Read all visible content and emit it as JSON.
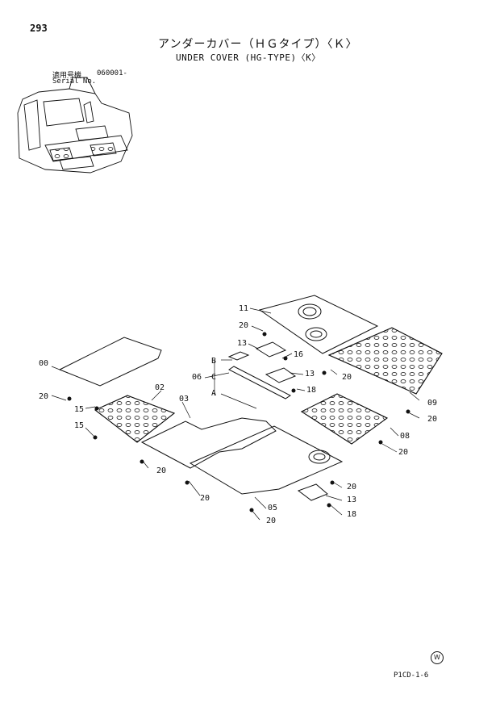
{
  "header": {
    "page_number": "293",
    "title_jp": "アンダーカバー（ＨＧタイプ）〈Ｋ〉",
    "title_en": "UNDER COVER (HG-TYPE)〈K〉",
    "serial_label_jp": "適用号機",
    "serial_value": "060001-",
    "serial_label_en": "Serial No."
  },
  "callouts": [
    {
      "id": "c-11",
      "text": "11"
    },
    {
      "id": "c-20a",
      "text": "20"
    },
    {
      "id": "c-13a",
      "text": "13"
    },
    {
      "id": "c-16",
      "text": "16"
    },
    {
      "id": "c-13b",
      "text": "13"
    },
    {
      "id": "c-20b",
      "text": "20"
    },
    {
      "id": "c-18a",
      "text": "18"
    },
    {
      "id": "c-09",
      "text": "09"
    },
    {
      "id": "c-20c",
      "text": "20"
    },
    {
      "id": "c-08",
      "text": "08"
    },
    {
      "id": "c-20d",
      "text": "20"
    },
    {
      "id": "c-00",
      "text": "00"
    },
    {
      "id": "c-20e",
      "text": "20"
    },
    {
      "id": "c-15a",
      "text": "15"
    },
    {
      "id": "c-02",
      "text": "02"
    },
    {
      "id": "c-03",
      "text": "03"
    },
    {
      "id": "c-15b",
      "text": "15"
    },
    {
      "id": "c-B",
      "text": "B"
    },
    {
      "id": "c-06",
      "text": "06"
    },
    {
      "id": "c-C",
      "text": "C"
    },
    {
      "id": "c-A",
      "text": "A"
    },
    {
      "id": "c-20f",
      "text": "20"
    },
    {
      "id": "c-20g",
      "text": "20"
    },
    {
      "id": "c-05",
      "text": "05"
    },
    {
      "id": "c-20h",
      "text": "20"
    },
    {
      "id": "c-20i",
      "text": "20"
    },
    {
      "id": "c-13c",
      "text": "13"
    },
    {
      "id": "c-18b",
      "text": "18"
    }
  ],
  "footer": {
    "watermark_symbol": "W",
    "page_code": "P1CD-1-6"
  }
}
